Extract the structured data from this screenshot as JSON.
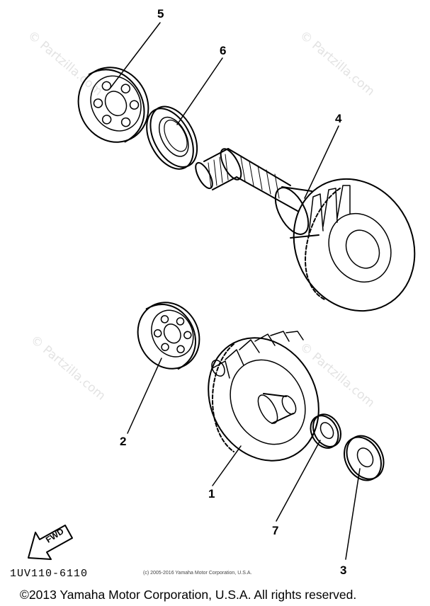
{
  "watermark": "© Partzilla.com",
  "callouts": {
    "c1": "1",
    "c2": "2",
    "c3": "3",
    "c4": "4",
    "c5": "5",
    "c6": "6",
    "c7": "7"
  },
  "ref_code": "1UV110-6110",
  "small_copyright": "(c) 2005-2016 Yamaha Motor Corporation, U.S.A.",
  "footer_copyright": "©2013 Yamaha Motor Corporation, U.S.A. All rights reserved.",
  "fwd_label": "FWD"
}
